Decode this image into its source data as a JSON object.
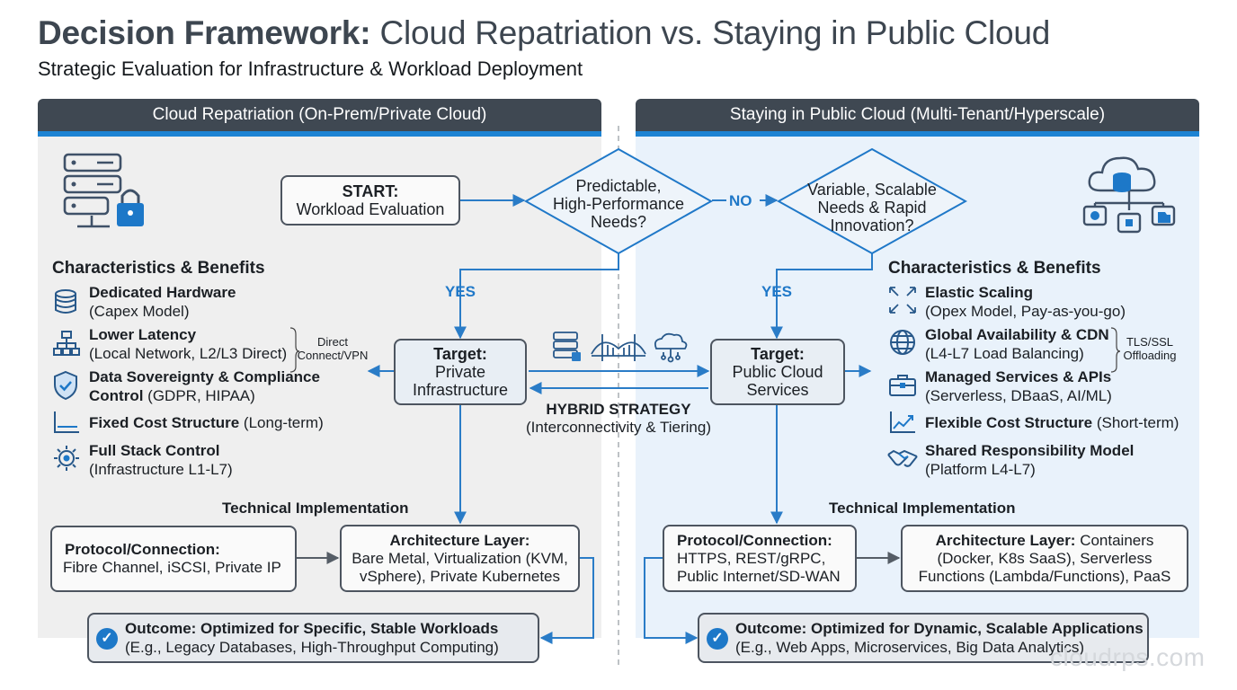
{
  "title": {
    "bold": "Decision Framework:",
    "rest": " Cloud Repatriation vs. Staying in Public Cloud"
  },
  "subtitle": "Strategic Evaluation for Infrastructure & Workload Deployment",
  "left_panel": {
    "header": "Cloud Repatriation (On-Prem/Private Cloud)",
    "section_title": "Characteristics & Benefits",
    "features": [
      {
        "bold": "Dedicated Hardware",
        "rest": "",
        "line2": "(Capex Model)",
        "icon": "database-icon"
      },
      {
        "bold": "Lower Latency",
        "rest": "",
        "line2": "(Local Network, L2/L3 Direct)",
        "icon": "network-icon"
      },
      {
        "bold": "Data Sovereignty & Compliance",
        "rest": "",
        "line2b": "Control",
        "line2": " (GDPR, HIPAA)",
        "icon": "shield-icon"
      },
      {
        "bold": "Fixed Cost Structure",
        "rest": " (Long-term)",
        "icon": "flat-line-chart-icon"
      },
      {
        "bold": "Full Stack Control",
        "rest": "",
        "line2": "(Infrastructure L1-L7)",
        "icon": "gear-icon"
      }
    ],
    "latency_note": [
      "Direct",
      "Connect/VPN"
    ],
    "tech_title": "Technical Implementation",
    "protocol": {
      "bold": "Protocol/Connection:",
      "text": "Fibre Channel, iSCSI, Private IP"
    },
    "architecture": {
      "bold": "Architecture Layer:",
      "text1": "Bare Metal, Virtualization (KVM,",
      "text2": "vSphere), Private Kubernetes"
    },
    "outcome": {
      "bold": "Outcome: Optimized for Specific, Stable Workloads",
      "text": "(E.g., Legacy Databases, High-Throughput Computing)"
    }
  },
  "right_panel": {
    "header": "Staying in Public Cloud (Multi-Tenant/Hyperscale)",
    "section_title": "Characteristics & Benefits",
    "features": [
      {
        "bold": "Elastic Scaling",
        "line2": "(Opex Model, Pay-as-you-go)",
        "icon": "expand-arrows-icon"
      },
      {
        "bold": "Global Availability & CDN",
        "line2": "(L4-L7 Load Balancing)",
        "icon": "globe-icon"
      },
      {
        "bold": "Managed Services & APIs",
        "line2": "(Serverless, DBaaS, AI/ML)",
        "icon": "toolbox-icon"
      },
      {
        "bold": "Flexible Cost Structure",
        "rest": " (Short-term)",
        "icon": "trend-chart-icon"
      },
      {
        "bold": "Shared Responsibility Model",
        "line2": "(Platform L4-L7)",
        "icon": "handshake-icon"
      }
    ],
    "cdn_note": [
      "TLS/SSL",
      "Offloading"
    ],
    "tech_title": "Technical Implementation",
    "protocol": {
      "bold": "Protocol/Connection:",
      "text1": "HTTPS, REST/gRPC,",
      "text2": "Public Internet/SD-WAN"
    },
    "architecture": {
      "bold": "Architecture Layer:",
      "text0": " Containers",
      "text1": "(Docker, K8s SaaS), Serverless",
      "text2": "Functions (Lambda/Functions), PaaS"
    },
    "outcome": {
      "bold": "Outcome: Optimized for Dynamic, Scalable Applications",
      "text": "(E.g., Web Apps, Microservices, Big Data Analytics)"
    }
  },
  "flow": {
    "start": {
      "bold": "START:",
      "text": "Workload Evaluation"
    },
    "diamond1": [
      "Predictable,",
      "High-Performance",
      "Needs?"
    ],
    "diamond2": [
      "Variable, Scalable",
      "Needs & Rapid",
      "Innovation?"
    ],
    "no_label": "NO",
    "yes_label": "YES",
    "target_private": {
      "bold": "Target:",
      "l1": "Private",
      "l2": "Infrastructure"
    },
    "target_public": {
      "bold": "Target:",
      "l1": "Public Cloud",
      "l2": "Services"
    },
    "hybrid": {
      "bold": "HYBRID STRATEGY",
      "text": "(Interconnectivity & Tiering)"
    }
  },
  "watermark": "cloudrps.com",
  "colors": {
    "accent": "#1d83d3",
    "header": "#3f4852",
    "icon": "#27588a"
  }
}
